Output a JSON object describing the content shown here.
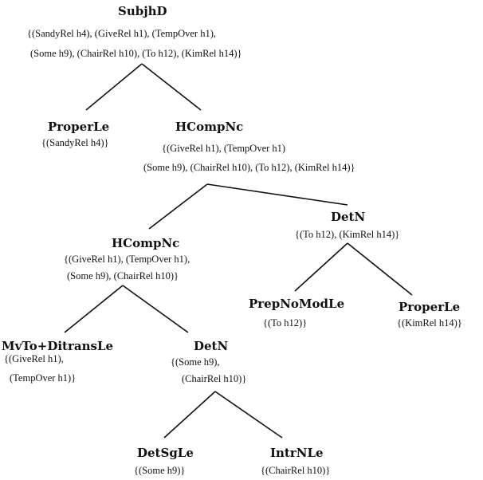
{
  "nodes": {
    "subjhd": {
      "label": "SubjhD",
      "features": [
        "{(SandyRel h4), (GiveRel h1), (TempOver h1),",
        "(Some h9), (ChairRel h10), (To h12), (KimRel h14)}"
      ]
    },
    "properle_sandy": {
      "label": "ProperLe",
      "features": [
        "{(SandyRel h4)}"
      ]
    },
    "hcompnc_top": {
      "label": "HCompNc",
      "features": [
        "{(GiveRel h1), (TempOver h1)",
        "(Some h9), (ChairRel h10), (To h12), (KimRel h14)}"
      ]
    },
    "hcompnc_mid": {
      "label": "HCompNc",
      "features": [
        "{(GiveRel h1), (TempOver h1),",
        "(Some h9), (ChairRel h10)}"
      ]
    },
    "detn_right": {
      "label": "DetN",
      "features": [
        "{(To h12), (KimRel h14)}"
      ]
    },
    "prepnomodle": {
      "label": "PrepNoModLe",
      "features": [
        "{(To h12)}"
      ]
    },
    "properle_kim": {
      "label": "ProperLe",
      "features": [
        "{(KimRel h14)}"
      ]
    },
    "mvto": {
      "label": "MvTo+DitransLe",
      "features": [
        "{(GiveRel h1),",
        "(TempOver h1)}"
      ]
    },
    "detn_left": {
      "label": "DetN",
      "features": [
        "{(Some h9),",
        "(ChairRel h10)}"
      ]
    },
    "detsgle": {
      "label": "DetSgLe",
      "features": [
        "{(Some h9)}"
      ]
    },
    "intrnle": {
      "label": "IntrNLe",
      "features": [
        "{(ChairRel h10)}"
      ]
    }
  }
}
